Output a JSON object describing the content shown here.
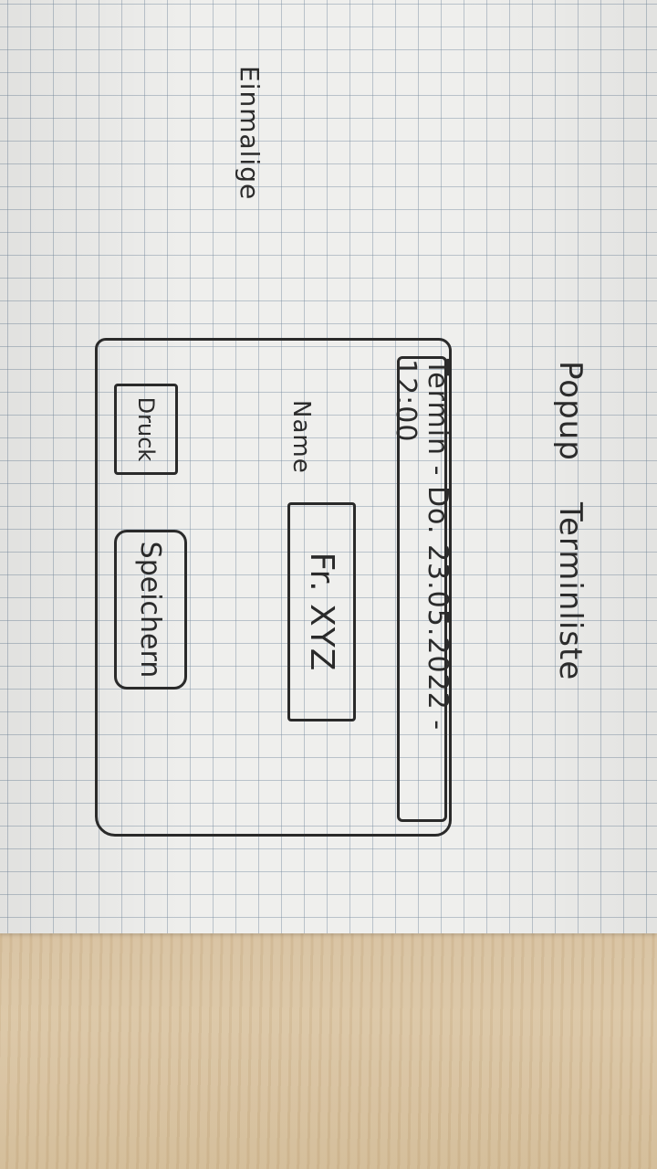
{
  "sketch": {
    "heading_left": "Popup",
    "heading_right": "Terminliste",
    "side_note": "Einmalige"
  },
  "popup": {
    "header_text": "Termin - Do. 23.05.2022 - 12:00",
    "name_label": "Name",
    "name_value": "Fr. XYZ",
    "print_button": "Druck",
    "save_button": "Speichern"
  }
}
